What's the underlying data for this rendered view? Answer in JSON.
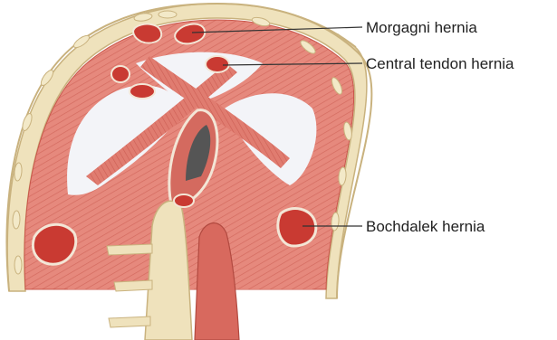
{
  "labels": {
    "morgagni": "Morgagni hernia",
    "central_tendon": "Central tendon hernia",
    "bochdalek": "Bochdalek hernia"
  },
  "colors": {
    "muscle": "#e58a7e",
    "muscle_dark": "#c9564a",
    "tendon": "#f3f4f8",
    "bone": "#efe2bc",
    "bone_outline": "#c9b27e",
    "defect": "#c93a32",
    "leader": "#333333"
  },
  "icons": [
    "diaphragm-illustration"
  ]
}
